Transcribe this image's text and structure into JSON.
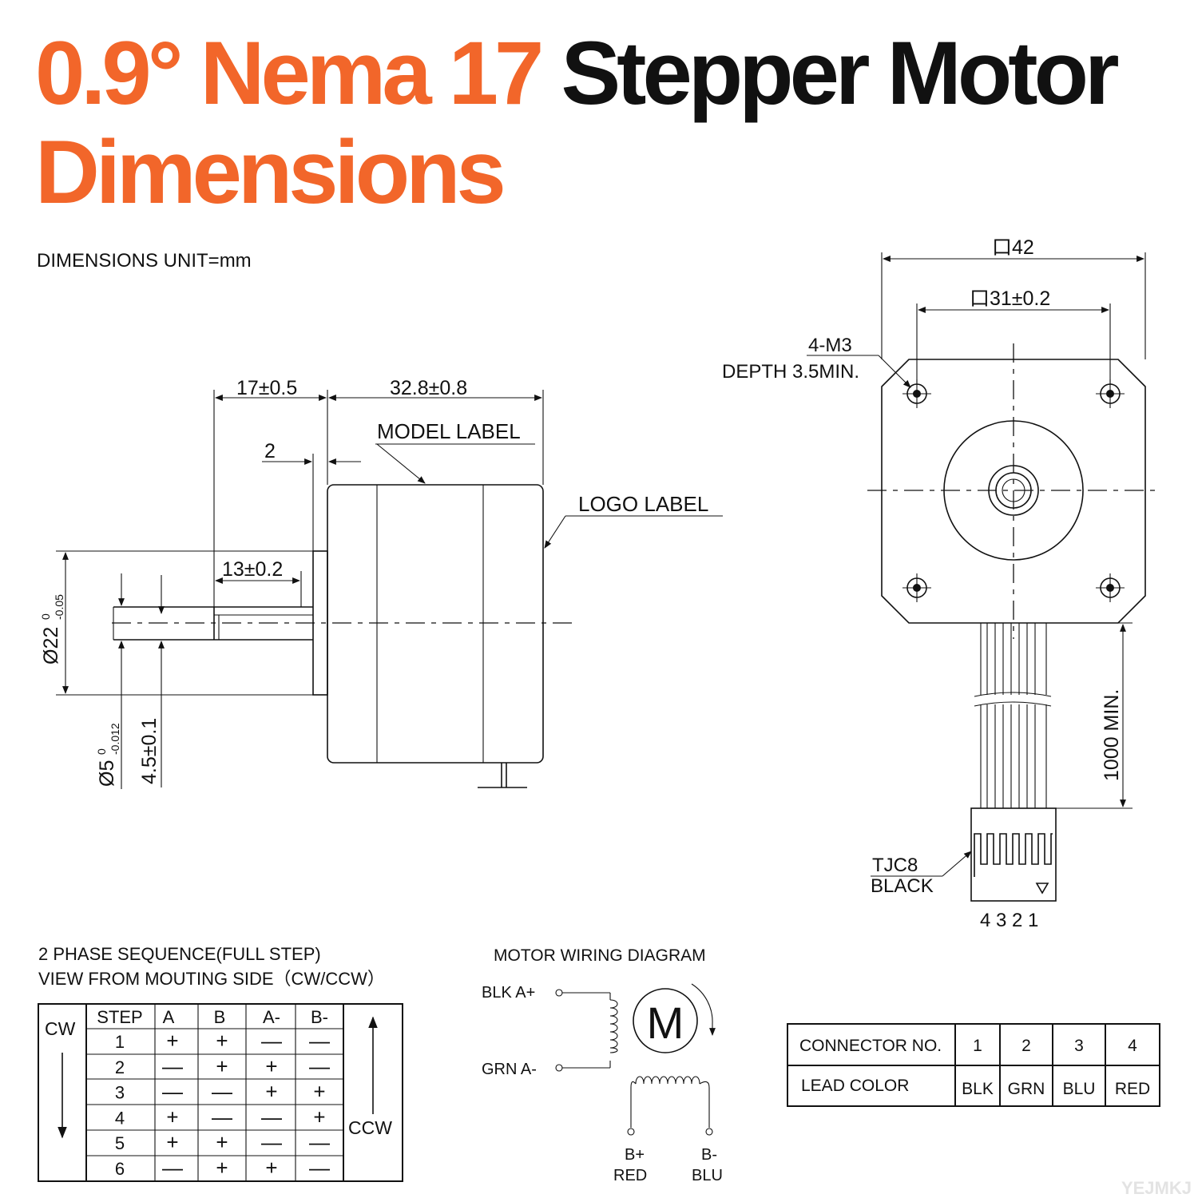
{
  "title": {
    "line1_orange": "0.9° Nema 17",
    "line1_black": "Stepper Motor",
    "line2_orange": "Dimensions"
  },
  "colors": {
    "accent": "#f2662a",
    "text": "#111111",
    "background": "#ffffff"
  },
  "units_note": "DIMENSIONS UNIT=mm",
  "side_view": {
    "dim_shaft_length": "17±0.5",
    "dim_body_length": "32.8±0.8",
    "dim_flange": "2",
    "model_label": "MODEL LABEL",
    "logo_label": "LOGO LABEL",
    "dim_flat_length": "13±0.2",
    "dim_boss_base": "Ø22",
    "dim_boss_tol_upper": "0",
    "dim_boss_tol_lower": "-0.05",
    "dim_shaft_base": "Ø5",
    "dim_shaft_tol_upper": "0",
    "dim_shaft_tol_lower": "-0.012",
    "dim_flat_depth": "4.5±0.1"
  },
  "front_view": {
    "dim_width": "口42",
    "dim_hole_spacing": "口31±0.2",
    "hole_spec": "4-M3",
    "hole_depth": "DEPTH 3.5MIN.",
    "cable_length": "1000 MIN.",
    "connector_model": "TJC8",
    "connector_color": "BLACK",
    "pin_numbers": "4 3 2 1"
  },
  "phase_sequence": {
    "title_line1": "2 PHASE SEQUENCE(FULL STEP)",
    "title_line2": "VIEW FROM MOUTING SIDE（CW/CCW）",
    "cw_label": "CW",
    "ccw_label": "CCW",
    "headers": [
      "STEP",
      "A",
      "B",
      "A-",
      "B-"
    ],
    "rows": [
      [
        "1",
        "+",
        "+",
        "—",
        "—"
      ],
      [
        "2",
        "—",
        "+",
        "+",
        "—"
      ],
      [
        "3",
        "—",
        "—",
        "+",
        "+"
      ],
      [
        "4",
        "+",
        "—",
        "—",
        "+"
      ],
      [
        "5",
        "+",
        "+",
        "—",
        "—"
      ],
      [
        "6",
        "—",
        "+",
        "+",
        "—"
      ]
    ]
  },
  "wiring": {
    "title": "MOTOR WIRING  DIAGRAM",
    "blk_label": "BLK  A+",
    "grn_label": "GRN  A-",
    "motor_symbol": "M",
    "b_plus": "B+",
    "b_plus_color": "RED",
    "b_minus": "B-",
    "b_minus_color": "BLU"
  },
  "connector_table": {
    "row1_label": "CONNECTOR NO.",
    "row2_label": "LEAD COLOR",
    "numbers": [
      "1",
      "2",
      "3",
      "4"
    ],
    "colors": [
      "BLK",
      "GRN",
      "BLU",
      "RED"
    ]
  },
  "watermark": "YEJMKJ"
}
